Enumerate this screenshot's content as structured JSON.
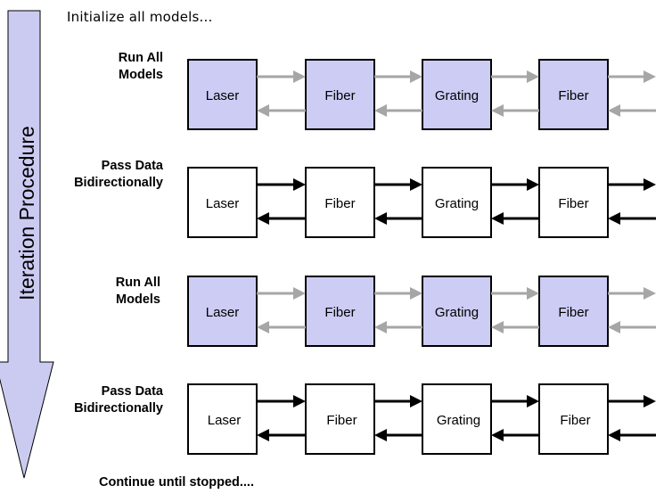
{
  "title": "Initialize all models...",
  "arrow_label": "Iteration Procedure",
  "footer": "Continue until stopped....",
  "colors": {
    "run_fill": "#ccccf5",
    "pass_fill": "#ffffff",
    "box_stroke": "#000000",
    "run_arrow": "#a6a6a6",
    "pass_arrow": "#000000",
    "iteration_arrow_fill": "#cbcbf2"
  },
  "stages": [
    {
      "label_line1": "Run All",
      "label_line2": "Models",
      "kind": "run",
      "blocks": [
        "Laser",
        "Fiber",
        "Grating",
        "Fiber"
      ]
    },
    {
      "label_line1": "Pass Data",
      "label_line2": "Bidirectionally",
      "kind": "pass",
      "blocks": [
        "Laser",
        "Fiber",
        "Grating",
        "Fiber"
      ]
    },
    {
      "label_line1": "Run All",
      "label_line2": "Models",
      "kind": "run",
      "blocks": [
        "Laser",
        "Fiber",
        "Grating",
        "Fiber"
      ]
    },
    {
      "label_line1": "Pass Data",
      "label_line2": "Bidirectionally",
      "kind": "pass",
      "blocks": [
        "Laser",
        "Fiber",
        "Grating",
        "Fiber"
      ]
    }
  ]
}
